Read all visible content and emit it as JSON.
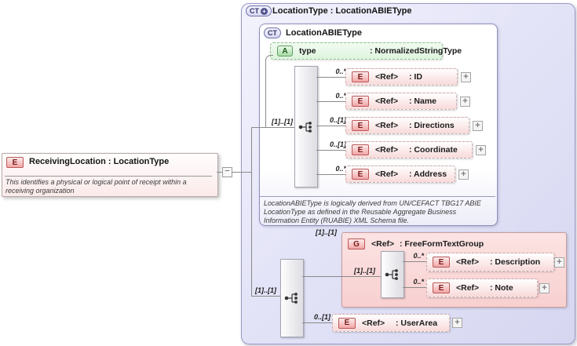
{
  "left_element": {
    "badge": "E",
    "title": "ReceivingLocation : LocationType",
    "annotation": "This identifies a physical or logical point of receipt within a receiving organization"
  },
  "connector": {
    "collapse_glyph": "−",
    "expand_glyph": "+"
  },
  "outer": {
    "badge": "CT",
    "derived_glyph": "+",
    "title": "LocationType : LocationABIEType",
    "inner": {
      "badge": "CT",
      "title": "LocationABIEType",
      "attribute": {
        "badge": "A",
        "name": "type",
        "type": ": NormalizedStringType"
      },
      "seq_cardinality": "[1]..[1]",
      "elements": [
        {
          "cardinality": "0..*",
          "badge": "E",
          "name": "<Ref>",
          "type": ": ID"
        },
        {
          "cardinality": "0..*",
          "badge": "E",
          "name": "<Ref>",
          "type": ": Name"
        },
        {
          "cardinality": "0..[1]",
          "badge": "E",
          "name": "<Ref>",
          "type": ": Directions"
        },
        {
          "cardinality": "0..[1]",
          "badge": "E",
          "name": "<Ref>",
          "type": ": Coordinate"
        },
        {
          "cardinality": "0..*",
          "badge": "E",
          "name": "<Ref>",
          "type": ": Address"
        }
      ],
      "annotation": "LocationABIEType is logically derived from UN/CEFACT TBG17 ABIE LocationType as defined in the Reusable Aggregate Business Information Entity (RUABIE) XML Schema file."
    },
    "seq2_cardinality": "[1]..[1]",
    "group": {
      "cardinality": "[1]..[1]",
      "badge": "G",
      "name": "<Ref>",
      "type": ": FreeFormTextGroup",
      "seq_cardinality": "[1]..[1]",
      "elements": [
        {
          "cardinality": "0..*",
          "badge": "E",
          "name": "<Ref>",
          "type": ": Description"
        },
        {
          "cardinality": "0..*",
          "badge": "E",
          "name": "<Ref>",
          "type": ": Note"
        }
      ]
    },
    "user_area": {
      "cardinality": "0..[1]",
      "badge": "E",
      "name": "<Ref>",
      "type": ": UserArea"
    }
  },
  "colors": {
    "outer_fill": "#e4e4f8",
    "inner_fill": "#ffffff",
    "element_fill": "#f8d9d9",
    "attribute_fill": "#ddf3dd",
    "group_fill": "#f8d0d0",
    "element_border": "#bb5858",
    "attribute_border": "#609f60",
    "ct_border": "#7272aa",
    "line": "#8a8a8a"
  }
}
